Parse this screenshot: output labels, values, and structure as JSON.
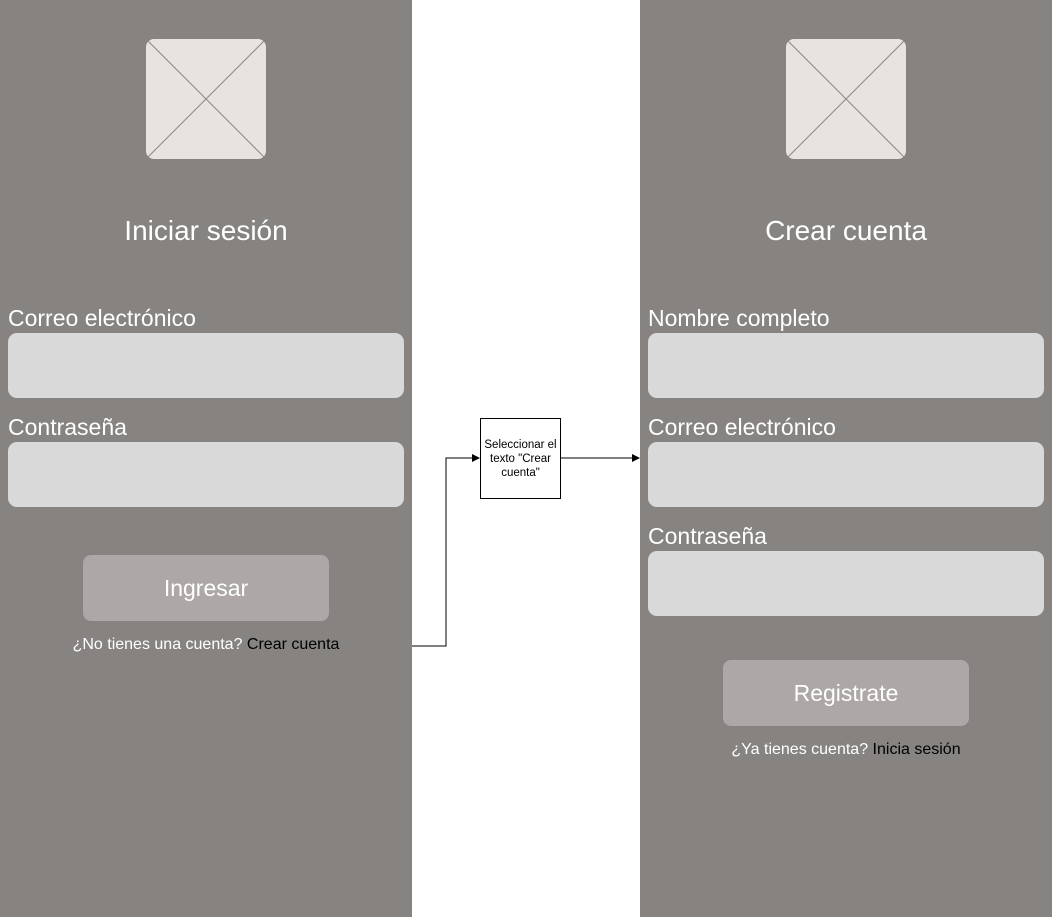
{
  "login": {
    "title": "Iniciar sesión",
    "email_label": "Correo electrónico",
    "password_label": "Contraseña",
    "submit_label": "Ingresar",
    "footer_prompt": "¿No tienes una cuenta?",
    "footer_link": "Crear cuenta"
  },
  "signup": {
    "title": "Crear cuenta",
    "name_label": "Nombre completo",
    "email_label": "Correo electrónico",
    "password_label": "Contraseña",
    "submit_label": "Registrate",
    "footer_prompt": "¿Ya tienes cuenta?",
    "footer_link": "Inicia sesión"
  },
  "flow": {
    "note": "Seleccionar el texto \"Crear cuenta\""
  },
  "colors": {
    "screen_bg": "#878381",
    "field_bg": "#d9d9d9",
    "button_bg": "#ada8a7",
    "placeholder_bg": "#e8e3e1"
  },
  "icons": {
    "image_placeholder": "image-placeholder-icon",
    "arrow": "arrow-right-icon"
  }
}
